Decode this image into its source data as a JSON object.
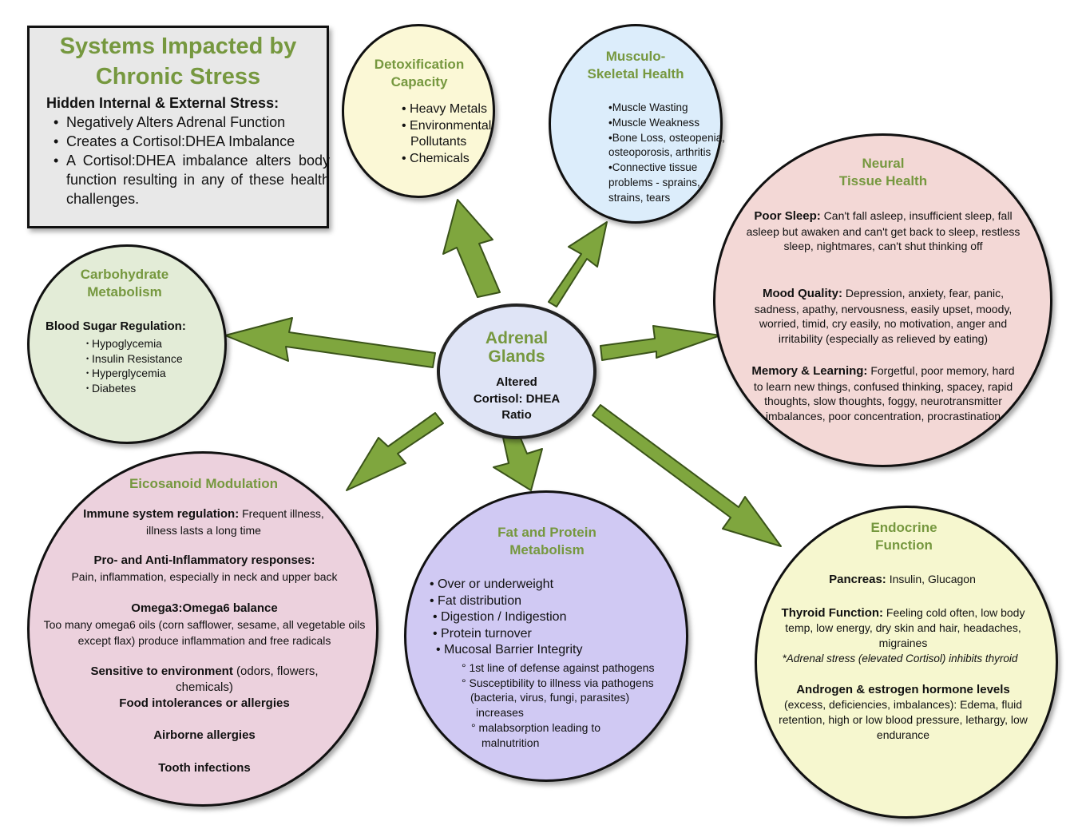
{
  "info_box": {
    "title_line1": "Systems Impacted by",
    "title_line2": "Chronic Stress",
    "heading": "Hidden Internal & External Stress:",
    "bullets": [
      "Negatively Alters Adrenal Function",
      "Creates a Cortisol:DHEA Imbalance",
      "A Cortisol:DHEA imbalance alters body function resulting in any of these health challenges."
    ]
  },
  "center": {
    "title_line1": "Adrenal",
    "title_line2": "Glands",
    "line1": "Altered",
    "line2": "Cortisol: DHEA",
    "line3": "Ratio"
  },
  "detox": {
    "title_line1": "Detoxification",
    "title_line2": "Capacity",
    "items": [
      "Heavy Metals",
      "Environmental",
      "Pollutants",
      "Chemicals"
    ]
  },
  "musculo": {
    "title_line1": "Musculo-",
    "title_line2": "Skeletal Health",
    "items": [
      "•Muscle Wasting",
      "•Muscle Weakness",
      "•Bone Loss, osteopenia,",
      "osteoporosis, arthritis",
      "•Connective tissue",
      "problems - sprains,",
      "strains, tears"
    ]
  },
  "neural": {
    "title_line1": "Neural",
    "title_line2": "Tissue Health",
    "sleep_label": "Poor Sleep:",
    "sleep_text": "Can't fall asleep, insufficient sleep, fall asleep but awaken and can't get back to sleep, restless sleep, nightmares, can't shut thinking off",
    "mood_label": "Mood Quality:",
    "mood_text": "Depression, anxiety, fear, panic, sadness, apathy, nervousness, easily upset, moody, worried, timid, cry easily, no motivation, anger and irritability (especially as relieved by eating)",
    "memory_label": "Memory & Learning:",
    "memory_text": "Forgetful, poor memory, hard to learn new things, confused thinking, spacey, rapid thoughts, slow thoughts, foggy, neurotransmitter imbalances, poor concentration, procrastination"
  },
  "carb": {
    "title_line1": "Carbohydrate",
    "title_line2": "Metabolism",
    "heading": "Blood Sugar Regulation:",
    "items": [
      "Hypoglycemia",
      "Insulin Resistance",
      "Hyperglycemia",
      "Diabetes"
    ]
  },
  "eicosanoid": {
    "title": "Eicosanoid Modulation",
    "immune_label": "Immune system regulation:",
    "immune_text": "Frequent illness, illness lasts a long time",
    "inflam_label": "Pro- and Anti-Inflammatory responses:",
    "inflam_text": "Pain, inflammation, especially in neck and upper back",
    "omega_label": "Omega3:Omega6 balance",
    "omega_text": "Too many omega6 oils (corn safflower, sesame, all vegetable oils except flax) produce inflammation and free radicals",
    "env_label": "Sensitive to environment",
    "env_text": "(odors, flowers, chemicals)",
    "food": "Food intolerances or allergies",
    "airborne": "Airborne allergies",
    "tooth": "Tooth infections"
  },
  "fat": {
    "title_line1": "Fat and Protein",
    "title_line2": "Metabolism",
    "items": [
      "• Over or underweight",
      "• Fat distribution",
      "• Digestion / Indigestion",
      "• Protein turnover",
      "• Mucosal Barrier Integrity"
    ],
    "sub": [
      "° 1st line of defense against pathogens",
      "° Susceptibility to illness via pathogens",
      "(bacteria, virus, fungi, parasites)",
      "increases",
      "° malabsorption leading to",
      "malnutrition"
    ]
  },
  "endocrine": {
    "title_line1": "Endocrine",
    "title_line2": "Function",
    "pancreas_label": "Pancreas:",
    "pancreas_text": "Insulin, Glucagon",
    "thyroid_label": "Thyroid Function:",
    "thyroid_text": "Feeling cold often, low body temp, low energy, dry skin and hair, headaches, migraines",
    "thyroid_note": "*Adrenal stress (elevated Cortisol) inhibits thyroid",
    "hormone_label": "Androgen & estrogen hormone levels",
    "hormone_text": "(excess, deficiencies, imbalances): Edema, fluid retention, high or low blood pressure, lethargy, low endurance"
  },
  "colors": {
    "accent_green": "#76983f",
    "arrow_green": "#7fa63e",
    "detox_fill": "#fbf8d6",
    "musculo_fill": "#dcedfb",
    "neural_fill": "#f3d8d6",
    "carb_fill": "#e3ecd7",
    "eicosanoid_fill": "#ecd1dd",
    "fat_fill": "#d0c9f3",
    "endocrine_fill": "#f6f7cf",
    "center_fill": "#dfe4f6",
    "info_fill": "#e8e8e8"
  }
}
